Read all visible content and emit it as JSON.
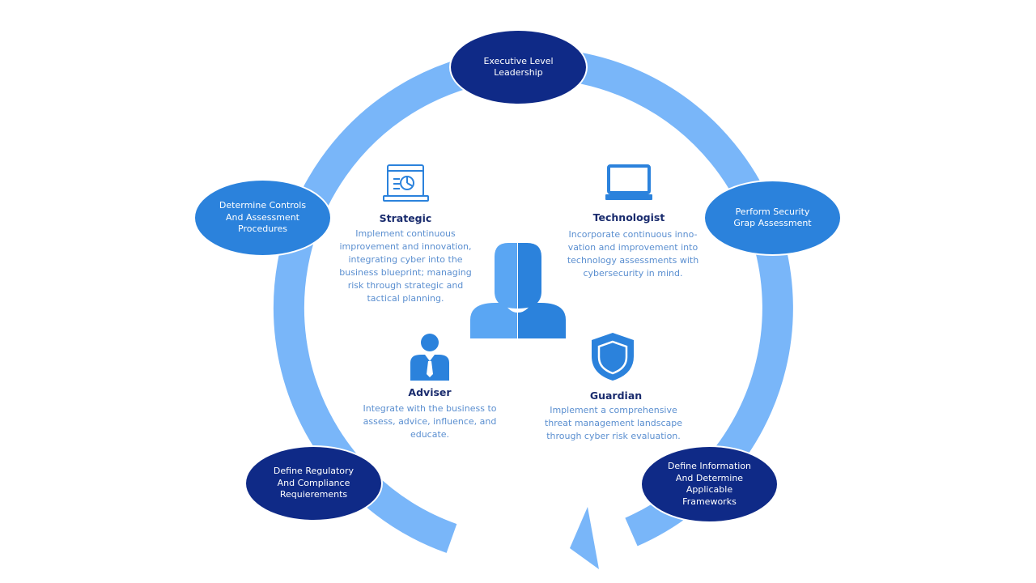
{
  "colors": {
    "ring": "#79b6f9",
    "node_dark": "#0f2a87",
    "node_mid": "#2b82dc",
    "role_title": "#1a2c6e",
    "role_desc": "#5b8fd0",
    "icon_blue": "#2b82dc",
    "person_light": "#5aa6f3",
    "person_dark": "#2b82dc"
  },
  "cycle_nodes": [
    {
      "id": "executive",
      "label": "Executive Level\nLeadership"
    },
    {
      "id": "perform",
      "label": "Perform Security\nGrap Assessment"
    },
    {
      "id": "define_info",
      "label": "Define Information\nAnd Determine\nApplicable\nFrameworks"
    },
    {
      "id": "define_reg",
      "label": "Define Regulatory\nAnd Compliance\nRequierements"
    },
    {
      "id": "determine",
      "label": "Determine Controls\nAnd Assessment\nProcedures"
    }
  ],
  "roles": {
    "strategic": {
      "title": "Strategic",
      "icon": "laptop-chart-icon",
      "description": "Implement continuous\nimprovement and innovation,\nintegrating cyber into the\nbusiness blueprint; managing\nrisk through strategic and\ntactical planning."
    },
    "technologist": {
      "title": "Technologist",
      "icon": "laptop-icon",
      "description": "Incorporate continuous inno-\nvation and improvement into\ntechnology assessments with\ncybersecurity in mind."
    },
    "adviser": {
      "title": "Adviser",
      "icon": "businessman-icon",
      "description": "Integrate with the business to\nassess, advice, influence, and\neducate."
    },
    "guardian": {
      "title": "Guardian",
      "icon": "shield-icon",
      "description": "Implement a comprehensive\nthreat management landscape\nthrough cyber risk evaluation."
    }
  },
  "center_icon": "person-icon"
}
